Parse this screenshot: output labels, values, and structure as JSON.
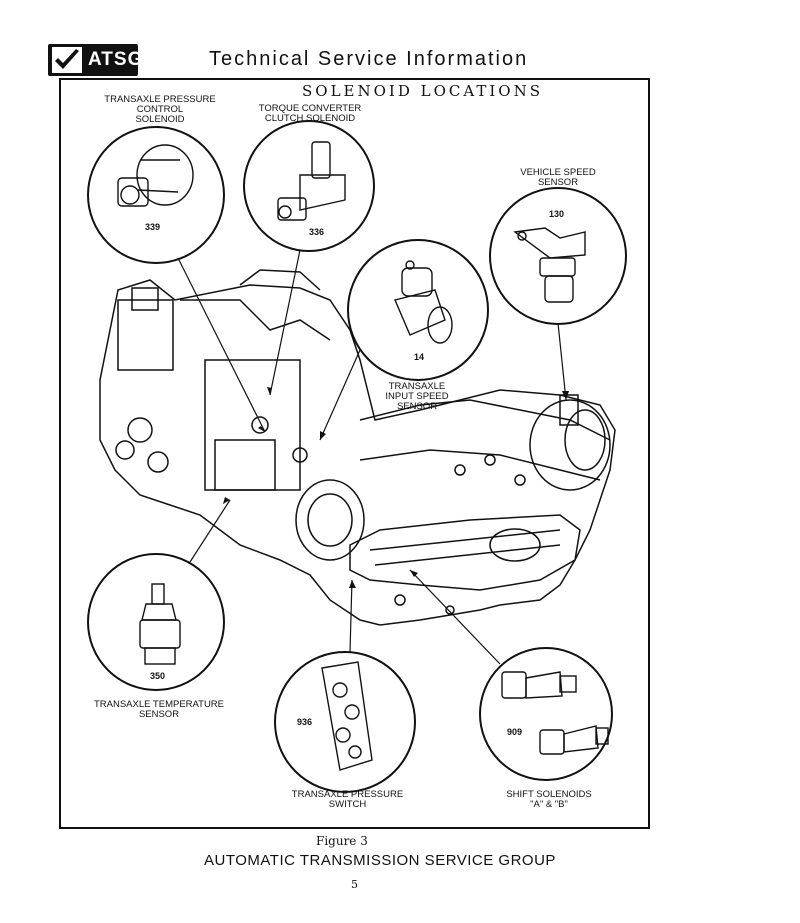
{
  "header": {
    "logo_text": "ATSG",
    "title": "Technical Service Information"
  },
  "diagram": {
    "title": "SOLENOID LOCATIONS",
    "callouts": [
      {
        "label": "TRANSAXLE PRESSURE CONTROL\nSOLENOID",
        "number": "339"
      },
      {
        "label": "TORQUE CONVERTER\nCLUTCH SOLENOID",
        "number": "336"
      },
      {
        "label": "VEHICLE SPEED\nSENSOR",
        "number": "130"
      },
      {
        "label": "TRANSAXLE\nINPUT SPEED\nSENSOR",
        "number": "14"
      },
      {
        "label": "TRANSAXLE TEMPERATURE\nSENSOR",
        "number": "350"
      },
      {
        "label": "TRANSAXLE PRESSURE\nSWITCH",
        "number": "936"
      },
      {
        "label": "SHIFT SOLENOIDS\n\"A\" & \"B\"",
        "number": "909"
      }
    ]
  },
  "figure_caption": "Figure 3",
  "footer": {
    "org": "AUTOMATIC TRANSMISSION SERVICE GROUP",
    "page": "5"
  }
}
